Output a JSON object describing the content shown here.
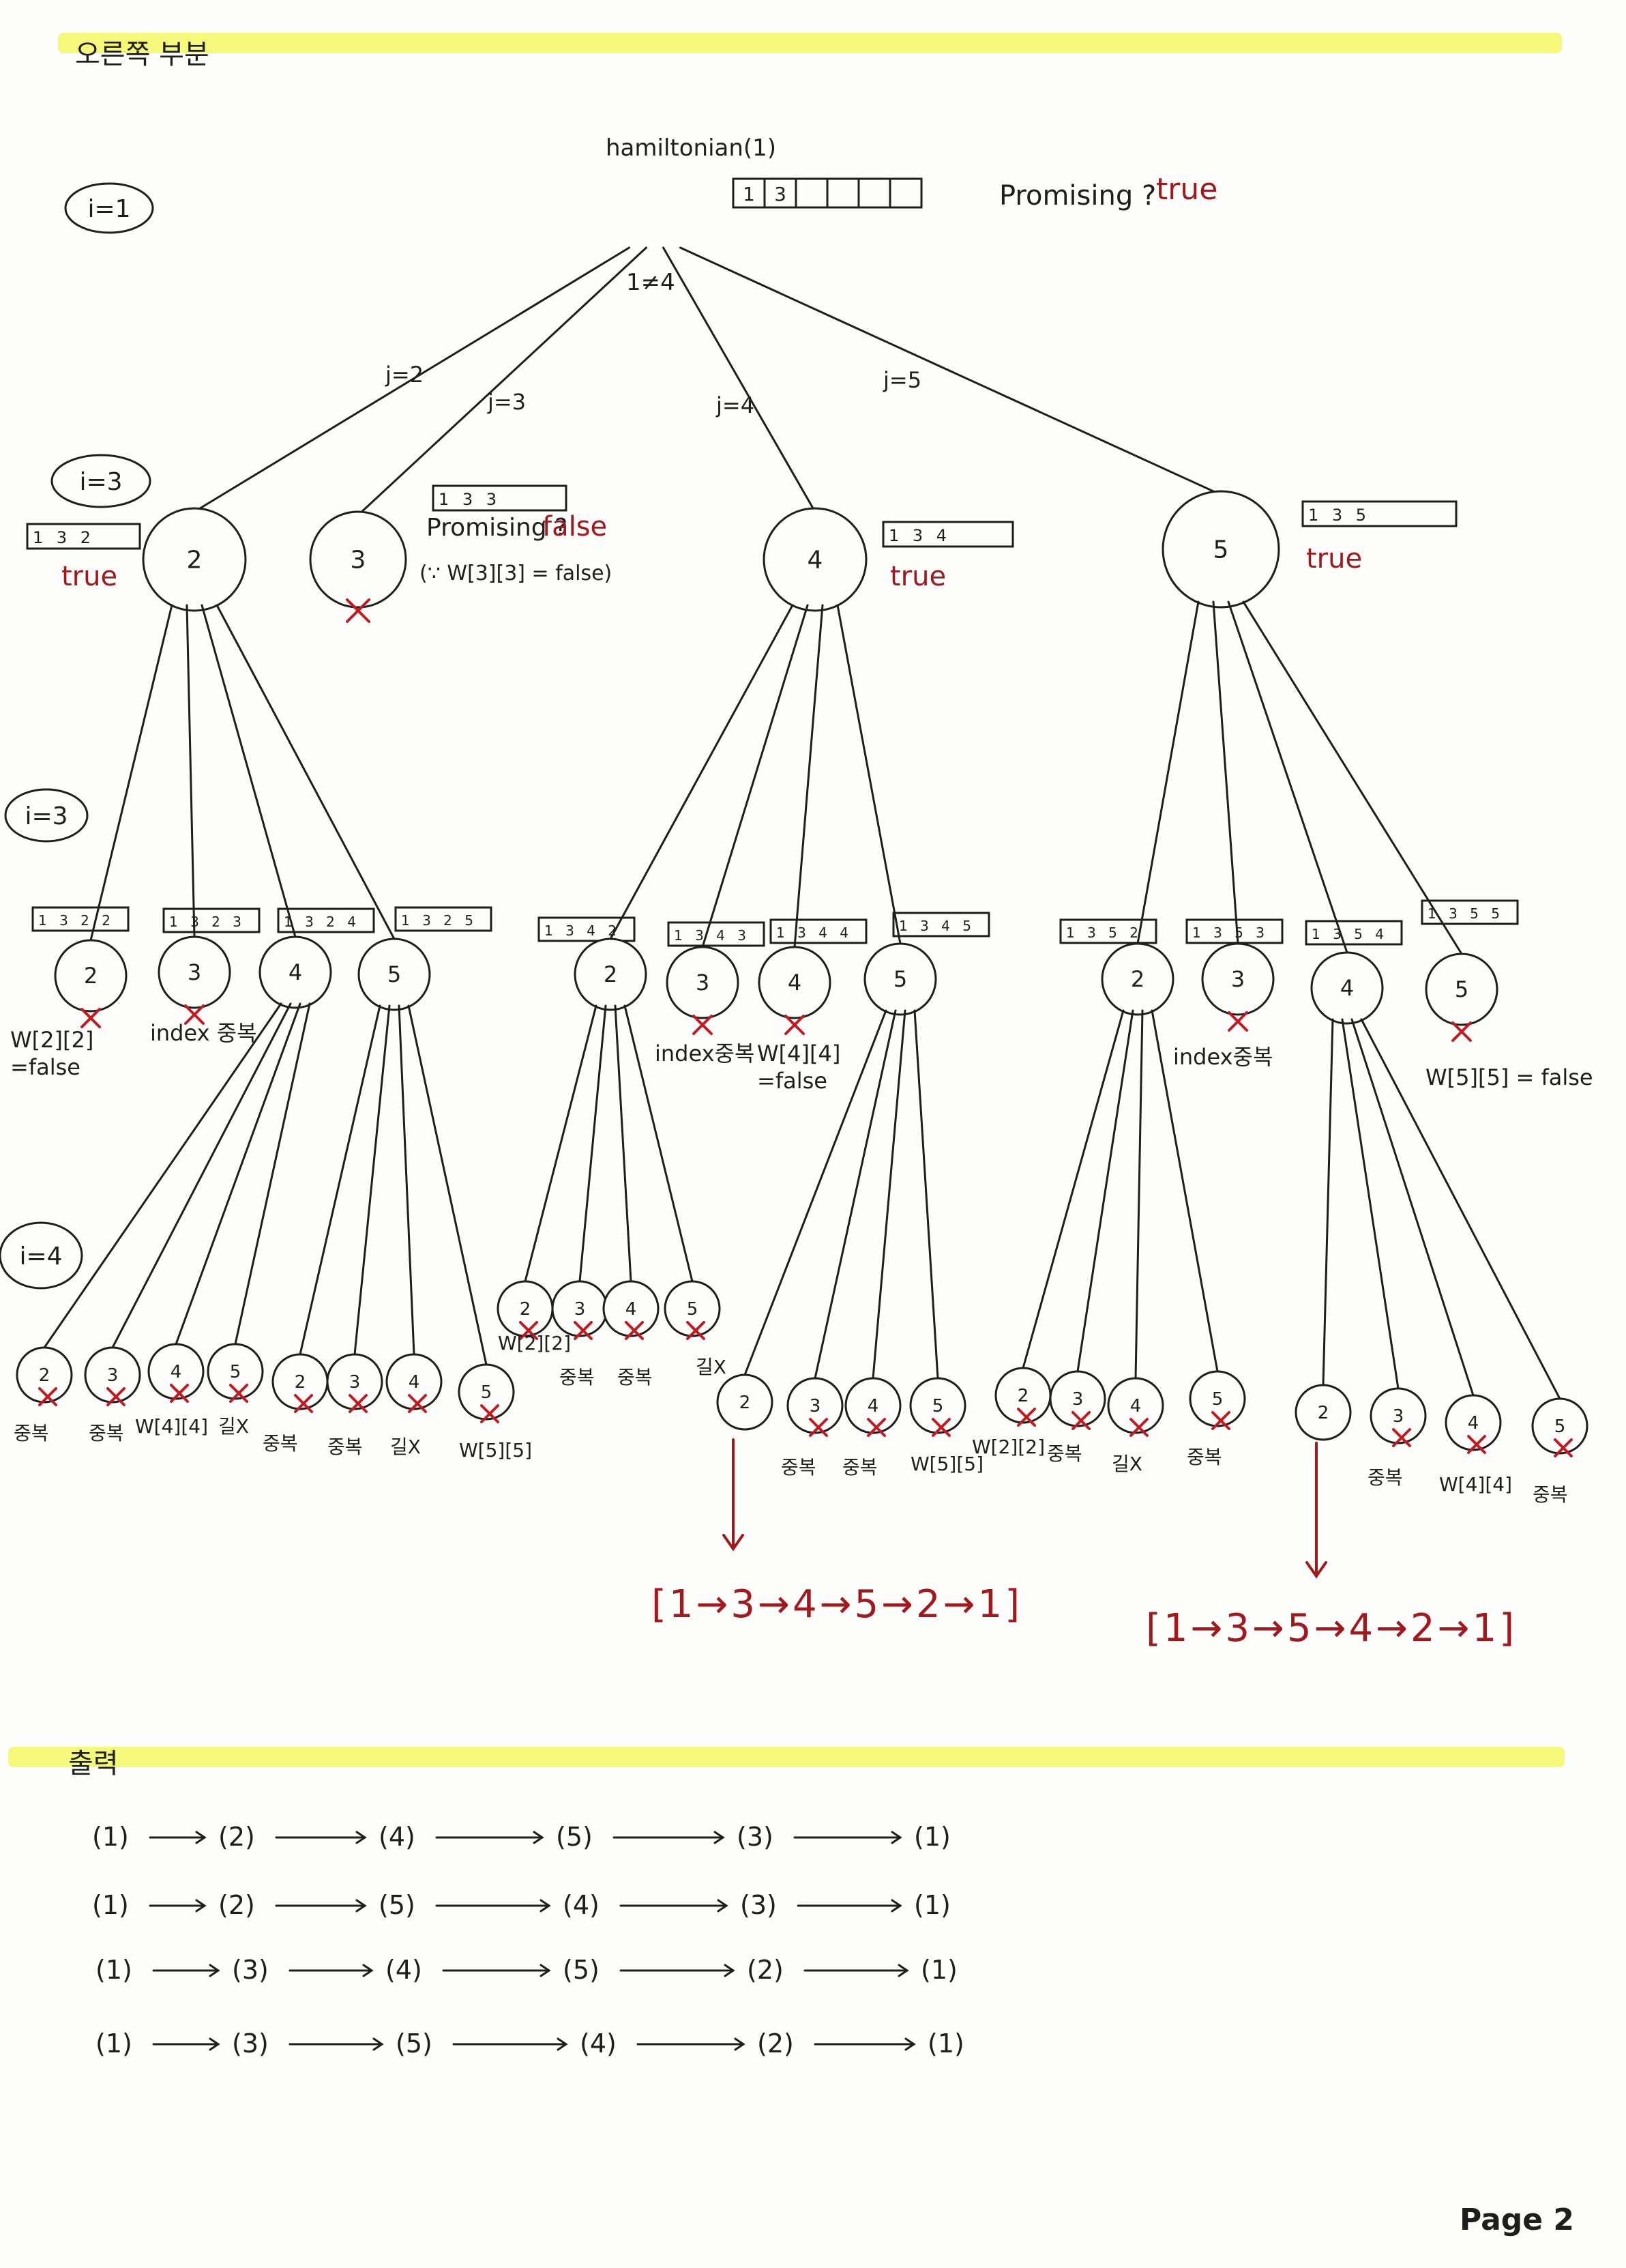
{
  "header": {
    "section_title": "오른쪽 부분"
  },
  "root": {
    "call": "hamiltonian(1)",
    "node": "3",
    "array": [
      "1",
      "3",
      "",
      "",
      "",
      ""
    ],
    "promising_label": "Promising ?",
    "promising_value": "true",
    "under_label": "1≠4"
  },
  "levels": {
    "i1": "i=1",
    "i2": "i=3",
    "i3": "i=3",
    "i4": "i=4"
  },
  "edges": {
    "j2": "j=2",
    "j3": "j=3",
    "j4": "j=4",
    "j5": "j=5"
  },
  "level1": [
    {
      "node": "2",
      "array": "1 3 2",
      "status": "true"
    },
    {
      "node": "3",
      "array": "1 3 3",
      "status": "false",
      "promising_label": "Promising ?",
      "note": "(∵ W[3][3] = false)"
    },
    {
      "node": "4",
      "array": "1 3 4",
      "status": "true"
    },
    {
      "node": "5",
      "array": "1 3 5",
      "status": "true"
    }
  ],
  "level2": [
    {
      "node": "2",
      "array": "1 3 2 2",
      "note": "W[2][2]\n=false"
    },
    {
      "node": "3",
      "array": "1 3 2 3",
      "note": "index 중복"
    },
    {
      "node": "4",
      "array": "1 3 2 4",
      "note": ""
    },
    {
      "node": "5",
      "array": "1 3 2 5",
      "note": ""
    },
    {
      "node": "2",
      "array": "1 3 4 2",
      "note": ""
    },
    {
      "node": "3",
      "array": "1 3 4 3",
      "note": "index중복"
    },
    {
      "node": "4",
      "array": "1 3 4 4",
      "note": "W[4][4]\n=false"
    },
    {
      "node": "5",
      "array": "1 3 4 5",
      "note": ""
    },
    {
      "node": "2",
      "array": "1 3 5 2",
      "note": ""
    },
    {
      "node": "3",
      "array": "1 3 5 3",
      "note": "index중복"
    },
    {
      "node": "4",
      "array": "1 3 5 4",
      "note": ""
    },
    {
      "node": "5",
      "array": "1 3 5 5",
      "note": "W[5][5] = false"
    }
  ],
  "level3": [
    {
      "node": "2",
      "note": "중복"
    },
    {
      "node": "3",
      "note": "중복"
    },
    {
      "node": "4",
      "note": "W[4][4]"
    },
    {
      "node": "5",
      "note": "길X"
    },
    {
      "node": "2",
      "note": "중복"
    },
    {
      "node": "3",
      "note": "중복"
    },
    {
      "node": "4",
      "note": "길X"
    },
    {
      "node": "5",
      "note": "W[5][5]"
    },
    {
      "node": "2",
      "note": "W[2][2]"
    },
    {
      "node": "3",
      "note": "중복"
    },
    {
      "node": "4",
      "note": "중복"
    },
    {
      "node": "5",
      "note": "길X"
    },
    {
      "node": "2",
      "note": ""
    },
    {
      "node": "3",
      "note": "중복"
    },
    {
      "node": "4",
      "note": "중복"
    },
    {
      "node": "5",
      "note": "W[5][5]"
    },
    {
      "node": "2",
      "note": "W[2][2]"
    },
    {
      "node": "3",
      "note": "중복"
    },
    {
      "node": "4",
      "note": "길X"
    },
    {
      "node": "5",
      "note": "중복"
    },
    {
      "node": "2",
      "note": ""
    },
    {
      "node": "3",
      "note": "중복"
    },
    {
      "node": "4",
      "note": "W[4][4]"
    },
    {
      "node": "5",
      "note": "중복"
    }
  ],
  "results": [
    "[1→3→4→5→2→1]",
    "[1→3→5→4→2→1]"
  ],
  "output": {
    "title": "출력",
    "rows": [
      [
        "(1)",
        "(2)",
        "(4)",
        "(5)",
        "(3)",
        "(1)"
      ],
      [
        "(1)",
        "(2)",
        "(5)",
        "(4)",
        "(3)",
        "(1)"
      ],
      [
        "(1)",
        "(3)",
        "(4)",
        "(5)",
        "(2)",
        "(1)"
      ],
      [
        "(1)",
        "(3)",
        "(5)",
        "(4)",
        "(2)",
        "(1)"
      ]
    ]
  },
  "footer": {
    "page": "Page 2"
  }
}
